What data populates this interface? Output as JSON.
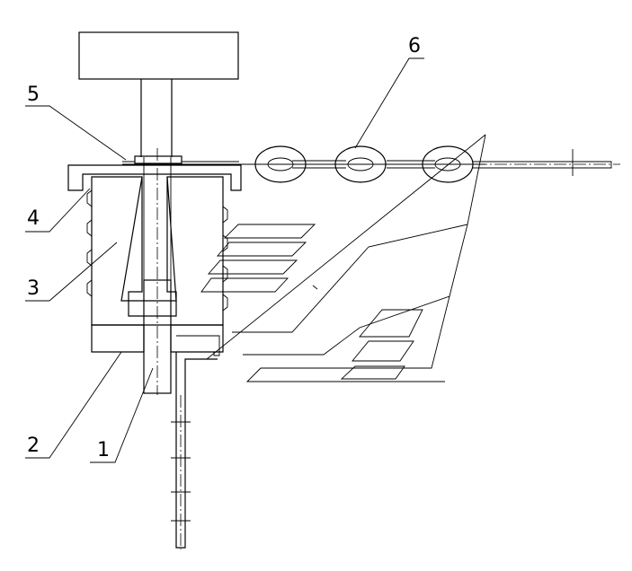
{
  "drawing": {
    "labels": [
      {
        "id": "1",
        "text": "1"
      },
      {
        "id": "2",
        "text": "2"
      },
      {
        "id": "3",
        "text": "3"
      },
      {
        "id": "4",
        "text": "4"
      },
      {
        "id": "5",
        "text": "5"
      },
      {
        "id": "6",
        "text": "6"
      }
    ]
  },
  "colors": {
    "line": "#000000",
    "background": "#ffffff"
  }
}
